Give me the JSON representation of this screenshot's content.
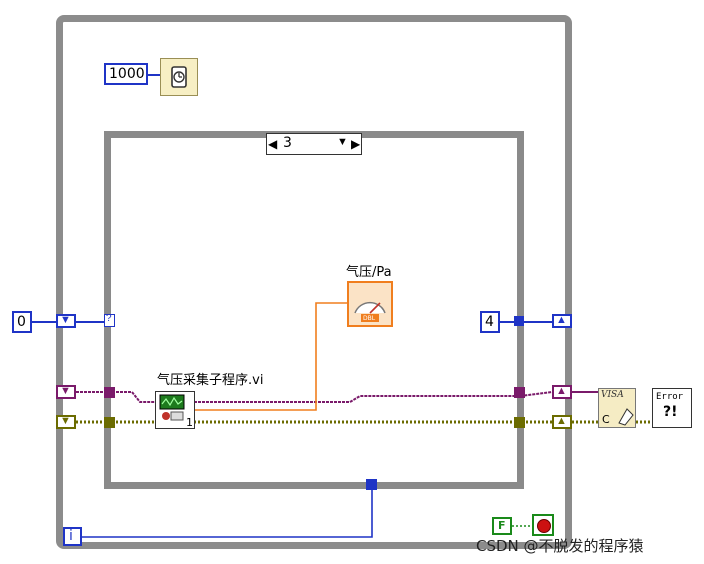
{
  "wait": {
    "ms_constant": "1000",
    "icon": "wait-clock-icon"
  },
  "case_structure": {
    "selector_value": "3"
  },
  "shift_register": {
    "init_constant": "0",
    "unknown_terminal": "?"
  },
  "right_constant": "4",
  "indicator": {
    "label": "气压/Pa",
    "icon": "gauge-icon",
    "type_tag": "DBL"
  },
  "subvi": {
    "label": "气压采集子程序.vi",
    "output_index": "1"
  },
  "visa_close": {
    "label": "VISA",
    "sub": "C"
  },
  "error_handler": {
    "label": "Error",
    "sub": "?!"
  },
  "iteration_terminal": "i",
  "stop": {
    "bool_constant": "F"
  },
  "watermark": "CSDN @不脱发的程序猿",
  "colors": {
    "frame": "#8c8c8c",
    "case_frame": "#7a7a7a",
    "numeric": "#1f34c6",
    "dbl_wire": "#f07e1e",
    "visa_wire": "#7a1a6a",
    "error_wire": "#6b6b00",
    "stop": "#cc1111"
  }
}
